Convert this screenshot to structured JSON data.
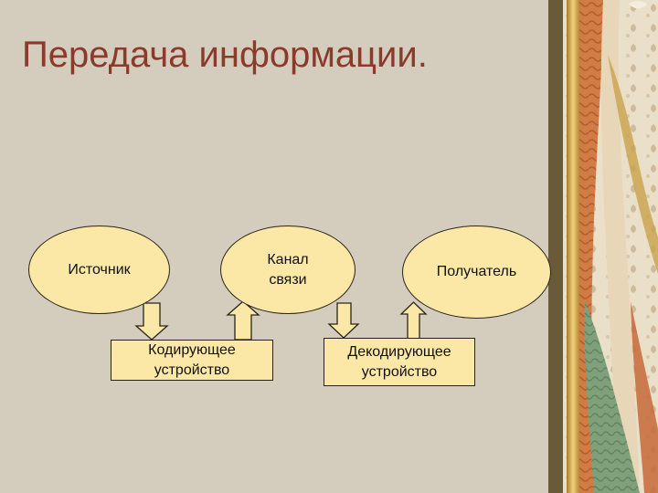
{
  "slide": {
    "title": "Передача информации."
  },
  "diagram": {
    "nodes": {
      "source": "Источник",
      "channel": "Канал\nсвязи",
      "receiver": "Получатель",
      "encoder": "Кодирующее\nустройство",
      "decoder": "Декодирующее\nустройство"
    }
  },
  "colors": {
    "background": "#d4cdbd",
    "title": "#8b3b2c",
    "shape_fill": "#fbe8a6",
    "shape_border": "#2a2418"
  }
}
